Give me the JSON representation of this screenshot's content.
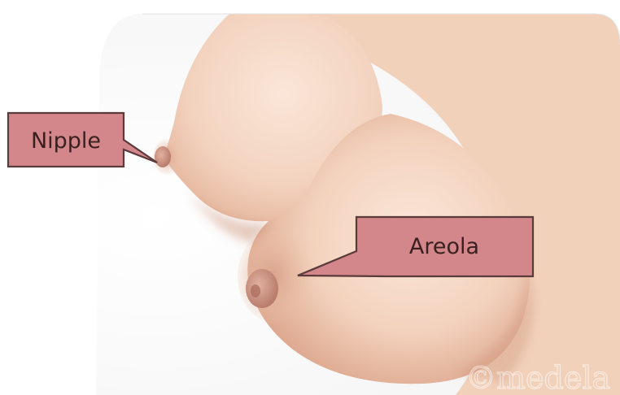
{
  "labels": {
    "nipple": "Nipple",
    "areola": "Areola"
  },
  "watermark": {
    "text": "©medela"
  },
  "colors": {
    "callout_fill": "#d4878b",
    "callout_stroke": "#5a3a3a",
    "skin_light": "#f7dfce",
    "skin_mid": "#eec5ac",
    "skin_shadow": "#c98e73",
    "nipple_tone": "#c58778"
  }
}
